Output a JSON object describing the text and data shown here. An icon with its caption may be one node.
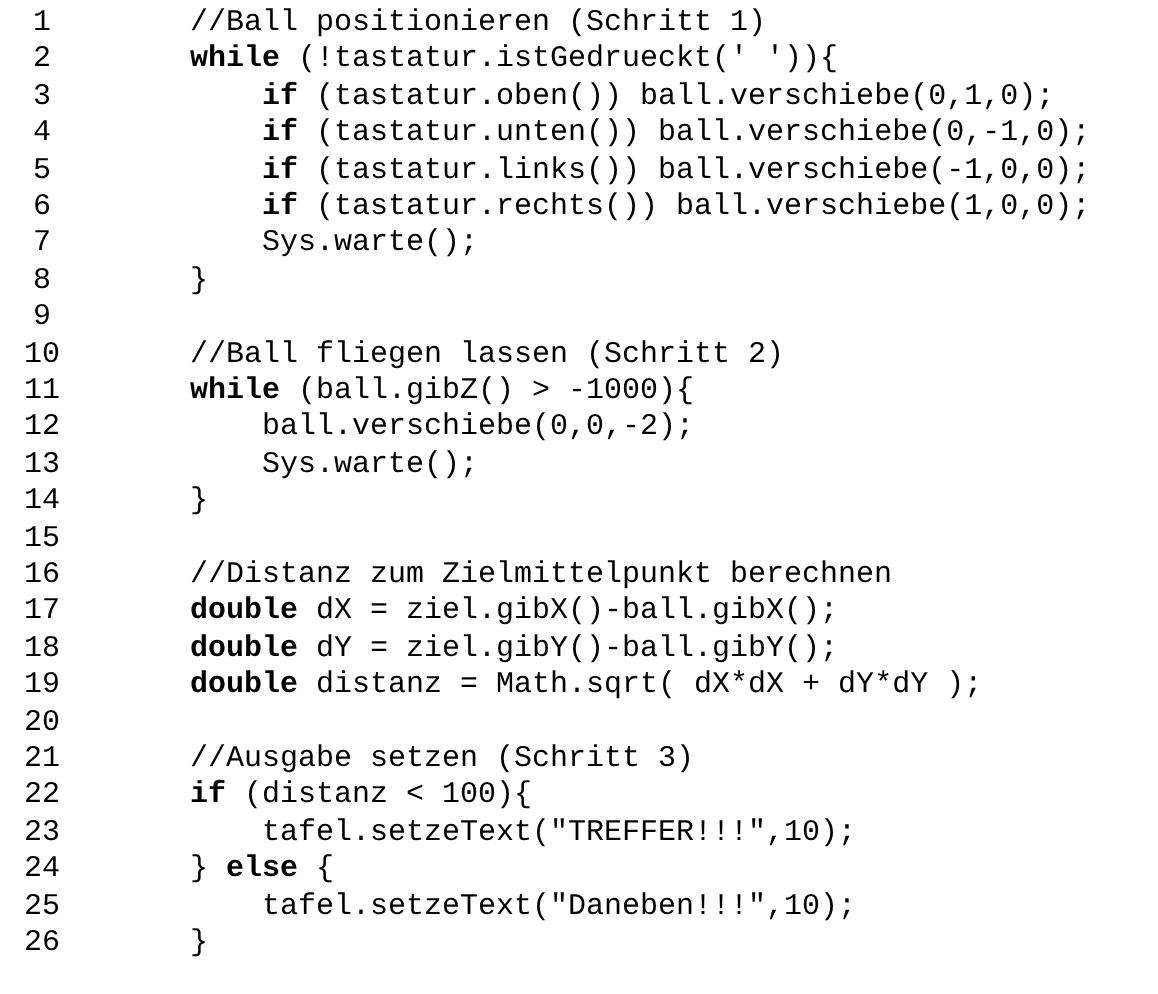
{
  "diagram": {
    "labels": [
      "1",
      "//Ball positionieren (Schritt 1)",
      "2",
      "**while** (!tastatur.istGedrueckt(' ')){",
      "3",
      "**if** (tastatur.oben()) ball.verschiebe(0,1,0);",
      "4",
      "**if** (tastatur.unten()) ball.verschiebe(0,-1,0);",
      "5",
      "**if** (tastatur.links()) ball.verschiebe(-1,0,0);",
      "6",
      "**if** (tastatur.rechts()) ball.verschiebe(1,0,0);",
      "7",
      "Sys.warte();",
      "8",
      "}",
      "9",
      "10",
      "//Ball fliegen lassen (Schritt 2)",
      "11",
      "**while** (ball.gibZ() > -1000){",
      "12",
      "ball.verschiebe(0,0,-2);",
      "13",
      "Sys.warte();",
      "14",
      "}",
      "15",
      "16",
      "//Distanz zum Zielmittelpunkt berechnen",
      "17",
      "**double** dX = ziel.gibX()-ball.gibX();",
      "18",
      "**double** dY = ziel.gibY()-ball.gibY();",
      "19",
      "**double** distanz = Math.sqrt( dX*dX + dY*dY );",
      "20",
      "21",
      "//Ausgabe setzen (Schritt 3)",
      "22",
      "**if** (distanz < 100){",
      "23",
      "tafel.setzeText(\"TREFFER!!!\",10);",
      "24",
      "} **else** {",
      "25",
      "tafel.setzeText(\"Daneben!!!\",10);",
      "26",
      "}"
    ]
  }
}
